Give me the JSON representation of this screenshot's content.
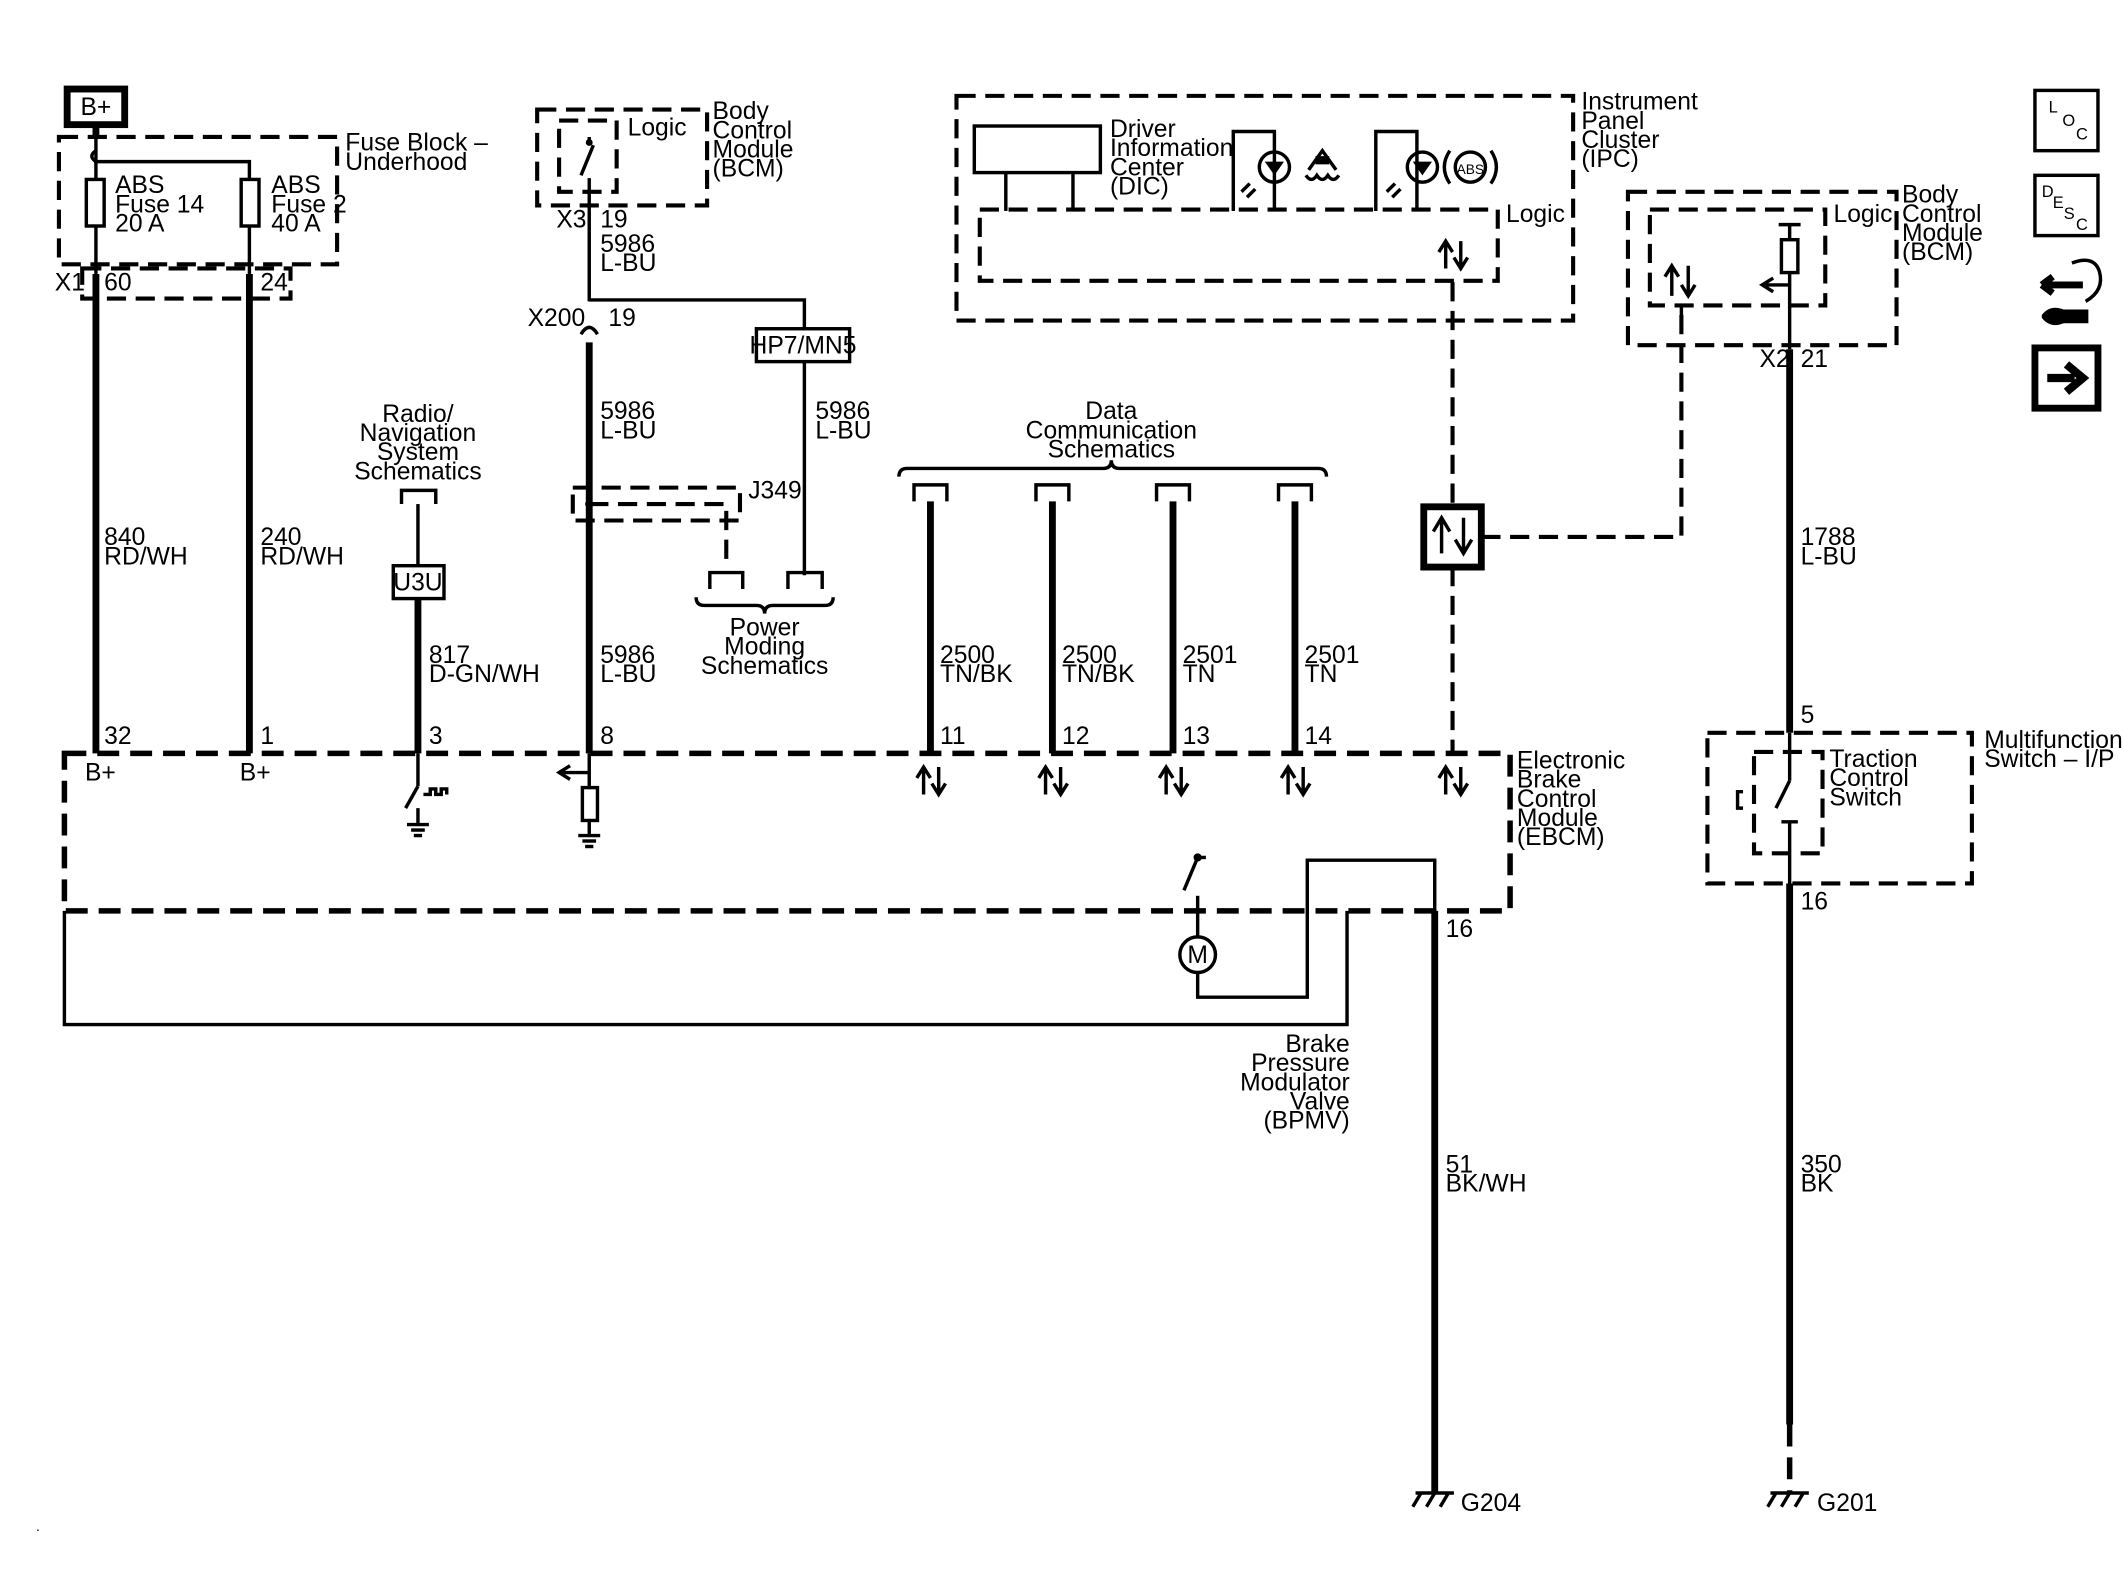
{
  "power": {
    "b_plus": "B+"
  },
  "fuse_block": {
    "name": [
      "Fuse Block –",
      "Underhood"
    ],
    "fuse14": [
      "ABS",
      "Fuse 14",
      "20 A"
    ],
    "fuse2": [
      "ABS",
      "Fuse 2",
      "40 A"
    ],
    "connector": "X1",
    "pin_a": "60",
    "pin_b": "24"
  },
  "bcm_left": {
    "name": [
      "Body",
      "Control",
      "Module",
      "(BCM)"
    ],
    "logic": "Logic",
    "connector": "X3",
    "pin": "19",
    "wire1": [
      "5986",
      "L-BU"
    ]
  },
  "x200": {
    "connector": "X200",
    "pin": "19"
  },
  "hp7": "HP7/MN5",
  "wires": {
    "w5986a": [
      "5986",
      "L-BU"
    ],
    "w5986b": [
      "5986",
      "L-BU"
    ],
    "w5986c": [
      "5986",
      "L-BU"
    ],
    "w840": [
      "840",
      "RD/WH"
    ],
    "w240": [
      "240",
      "RD/WH"
    ],
    "w817": [
      "817",
      "D-GN/WH"
    ],
    "w2500a": [
      "2500",
      "TN/BK"
    ],
    "w2500b": [
      "2500",
      "TN/BK"
    ],
    "w2501a": [
      "2501",
      "TN"
    ],
    "w2501b": [
      "2501",
      "TN"
    ],
    "w1788": [
      "1788",
      "L-BU"
    ],
    "w51": [
      "51",
      "BK/WH"
    ],
    "w350": [
      "350",
      "BK"
    ]
  },
  "j349": "J349",
  "power_moding": [
    "Power",
    "Moding",
    "Schematics"
  ],
  "radio": [
    "Radio/",
    "Navigation",
    "System",
    "Schematics"
  ],
  "u3u": "U3U",
  "data_comm": [
    "Data",
    "Communication",
    "Schematics"
  ],
  "ipc": {
    "name": [
      "Instrument",
      "Panel",
      "Cluster",
      "(IPC)"
    ],
    "dic": [
      "Driver",
      "Information",
      "Center",
      "(DIC)"
    ],
    "logic": "Logic",
    "abs_text": "ABS"
  },
  "bcm_right": {
    "name": [
      "Body",
      "Control",
      "Module",
      "(BCM)"
    ],
    "logic": "Logic",
    "connector": "X2",
    "pin": "21"
  },
  "ebcm": {
    "name": [
      "Electronic",
      "Brake",
      "Control",
      "Module",
      "(EBCM)"
    ],
    "pins": [
      "32",
      "1",
      "3",
      "8",
      "11",
      "12",
      "13",
      "14",
      "16"
    ],
    "bplus1": "B+",
    "bplus2": "B+"
  },
  "bpmv": [
    "Brake",
    "Pressure",
    "Modulator",
    "Valve",
    "(BPMV)"
  ],
  "motor": "M",
  "mfs": {
    "name": [
      "Multifunction",
      "Switch – I/P"
    ],
    "tcs": [
      "Traction",
      "Control",
      "Switch"
    ],
    "pin_top": "5",
    "pin_bottom": "16"
  },
  "grounds": {
    "g204": "G204",
    "g201": "G201"
  },
  "nav_icons": {
    "loc": [
      "L",
      "O",
      "C"
    ],
    "desc": [
      "D",
      "E",
      "S",
      "C"
    ]
  }
}
